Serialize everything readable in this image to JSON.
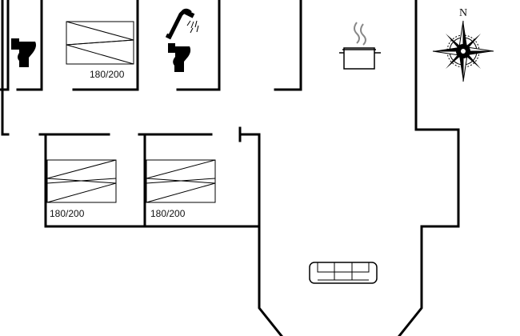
{
  "compass": {
    "north_label": "N",
    "icon": "compass-rose-icon"
  },
  "beds": [
    {
      "label": "180/200"
    },
    {
      "label": "180/200"
    },
    {
      "label": "180/200"
    }
  ],
  "fixtures": [
    "toilet-icon",
    "shower-icon",
    "toilet-icon",
    "stove-pot-icon",
    "sofa-icon"
  ]
}
